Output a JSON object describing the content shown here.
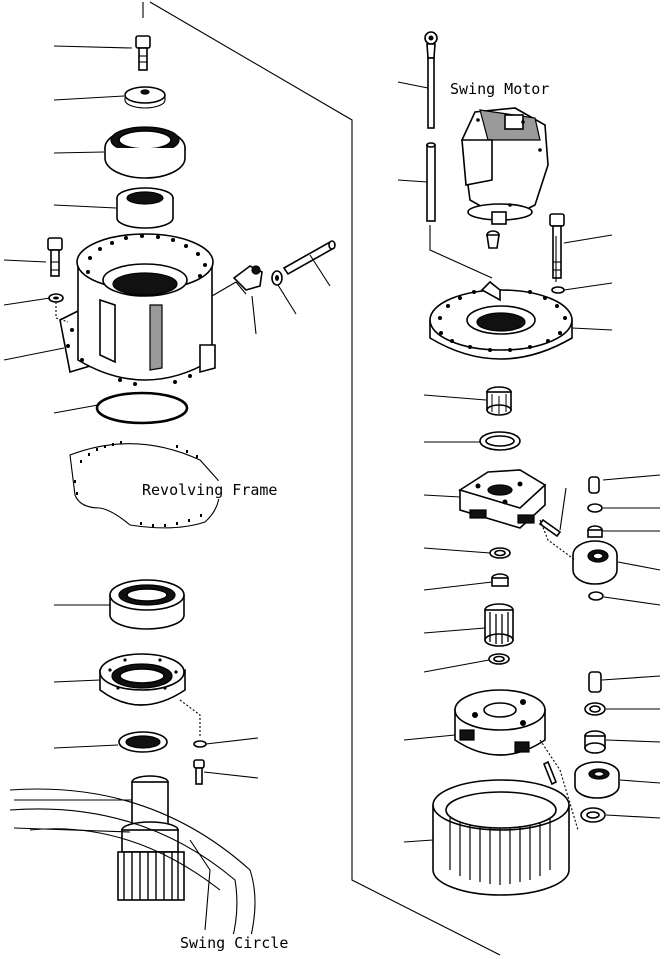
{
  "labels": {
    "swing_motor": "Swing Motor",
    "revolving_frame": "Revolving Frame",
    "swing_circle": "Swing Circle"
  }
}
